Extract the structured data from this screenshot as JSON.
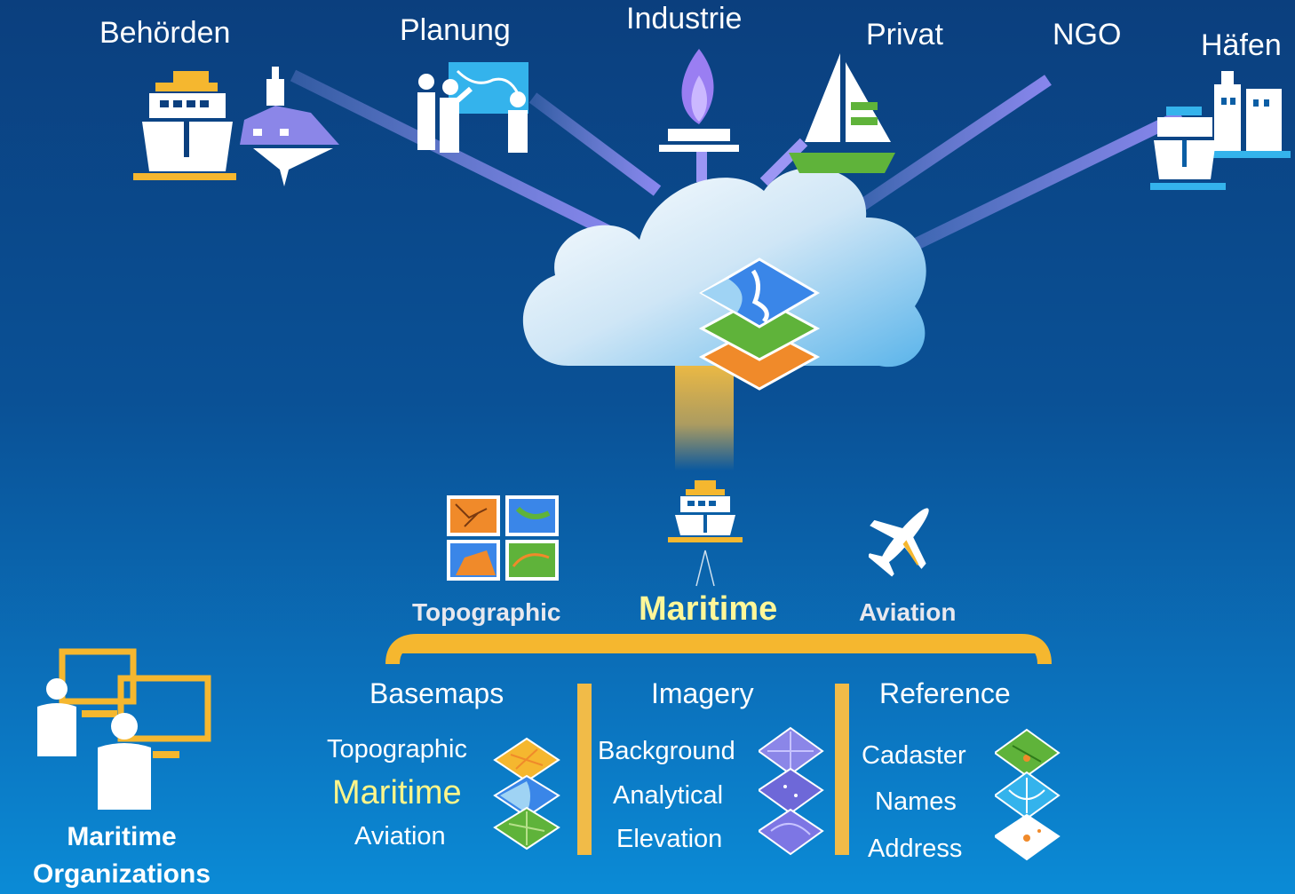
{
  "orgs": {
    "behoerden": "Behörden",
    "planung": "Planung",
    "industrie": "Industrie",
    "privat": "Privat",
    "ngo": "NGO",
    "haefen": "Häfen"
  },
  "categories": {
    "topographic": "Topographic",
    "maritime": "Maritime",
    "aviation": "Aviation"
  },
  "columns": {
    "basemaps": {
      "title": "Basemaps",
      "items": [
        "Topographic",
        "Maritime",
        "Aviation"
      ]
    },
    "imagery": {
      "title": "Imagery",
      "items": [
        "Background",
        "Analytical",
        "Elevation"
      ]
    },
    "reference": {
      "title": "Reference",
      "items": [
        "Cadaster",
        "Names",
        "Address"
      ]
    }
  },
  "bottom_left": {
    "line1": "Maritime",
    "line2": "Organizations"
  },
  "colors": {
    "accent_yellow": "#f5b72f",
    "highlight": "#fff58a",
    "purple_beam": "#8b86e8",
    "cyan": "#34b3ec"
  },
  "icons": {
    "behoerden": [
      "ship-icon",
      "lighthouse-icon"
    ],
    "planung": "planning-people-icon",
    "industrie": "gas-flame-icon",
    "privat": "sailboat-icon",
    "haefen": "port-city-icon",
    "cloud": "cloud-icon"
  }
}
